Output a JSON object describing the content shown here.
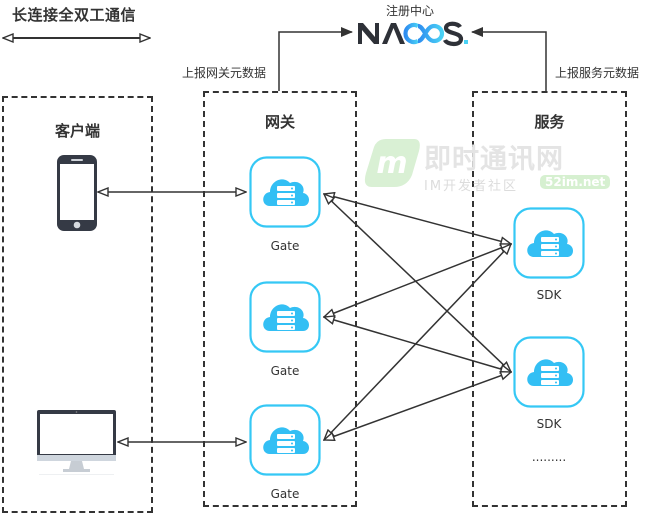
{
  "legend": {
    "title": "长连接全双工通信",
    "arrow_meaning": "bidirectional-arrow"
  },
  "registry": {
    "label": "注册中心",
    "logo_text_dark": "NA",
    "logo_text_blue": "CO",
    "logo_text_end": "S",
    "logo_dot": ".",
    "colors": {
      "dark": "#2e3138",
      "blue_start": "#2e8cf0",
      "blue_end": "#4ad2f5"
    }
  },
  "edges": {
    "gateway_report": "上报网关元数据",
    "service_report": "上报服务元数据"
  },
  "groups": {
    "client": {
      "title": "客户端",
      "devices": [
        "mobile-phone",
        "desktop-monitor"
      ]
    },
    "gateway": {
      "title": "网关",
      "nodes": [
        {
          "label": "Gate"
        },
        {
          "label": "Gate"
        },
        {
          "label": "Gate"
        }
      ]
    },
    "service": {
      "title": "服务",
      "nodes": [
        {
          "label": "SDK"
        },
        {
          "label": "SDK"
        }
      ],
      "more": "........."
    }
  },
  "watermark": {
    "logo_letter": "m",
    "title": "即时通讯网",
    "subtitle": "IM开发者社区",
    "domain": "52im.net"
  },
  "colors": {
    "node_border": "#35c8f5",
    "cloud": "#33bff4",
    "line": "#333333",
    "watermark_green": "#d4efd0",
    "watermark_gray": "#e2e2e2"
  }
}
